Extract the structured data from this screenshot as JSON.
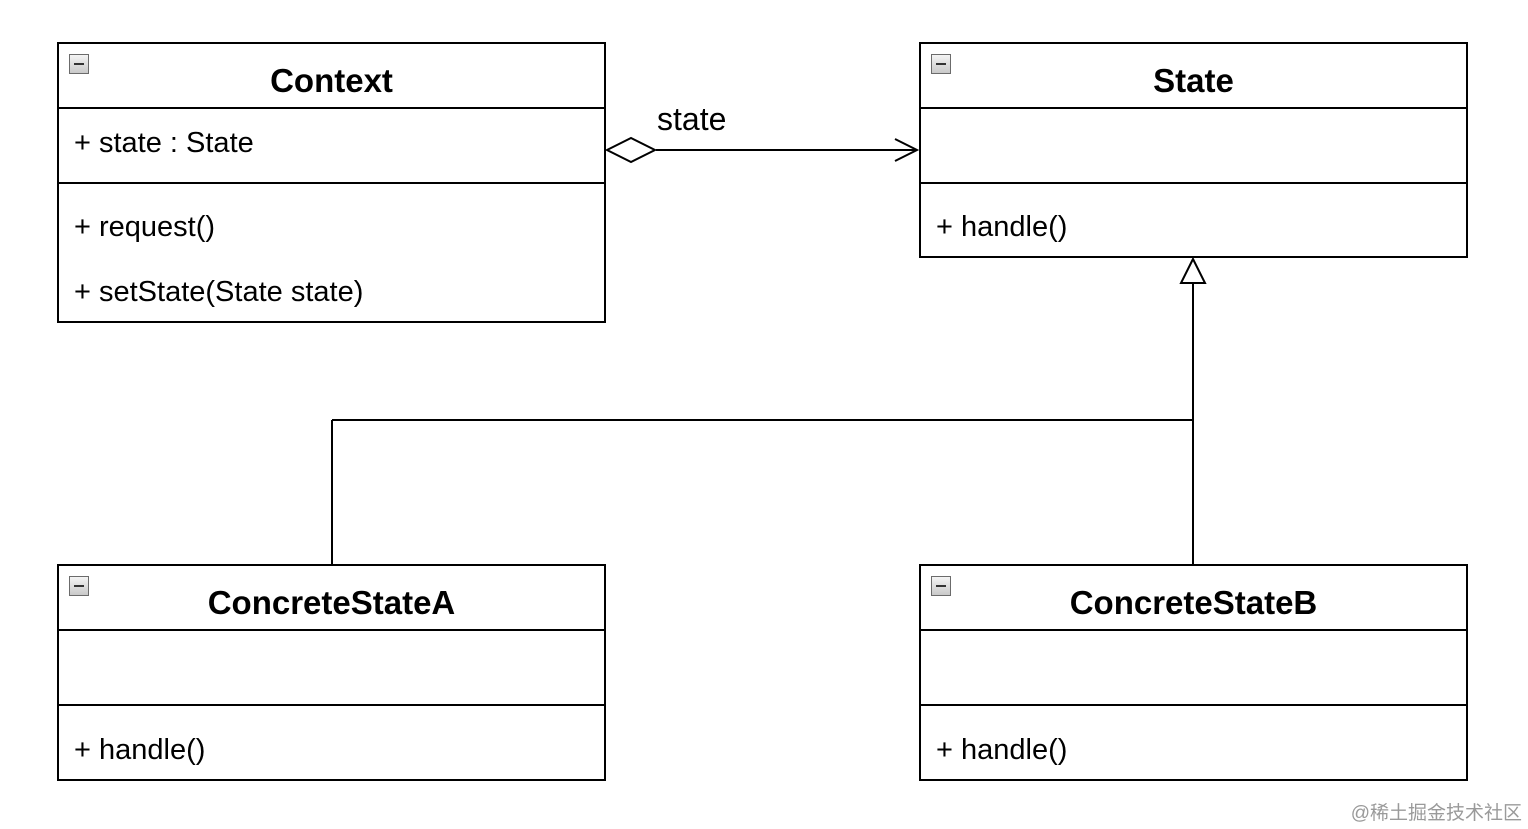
{
  "classes": {
    "context": {
      "name": "Context",
      "attributes": [
        "+ state : State"
      ],
      "operations": [
        "+ request()",
        "+ setState(State state)"
      ]
    },
    "state": {
      "name": "State",
      "attributes": [],
      "operations": [
        "+ handle()"
      ]
    },
    "concrete_a": {
      "name": "ConcreteStateA",
      "attributes": [],
      "operations": [
        "+ handle()"
      ]
    },
    "concrete_b": {
      "name": "ConcreteStateB",
      "attributes": [],
      "operations": [
        "+ handle()"
      ]
    }
  },
  "relations": {
    "aggregation": {
      "from": "Context",
      "to": "State",
      "label": "state"
    },
    "generalization": {
      "parent": "State",
      "children": [
        "ConcreteStateA",
        "ConcreteStateB"
      ]
    }
  },
  "watermark": "@稀土掘金技术社区",
  "icons": {
    "collapse": "collapse-minus-icon"
  }
}
